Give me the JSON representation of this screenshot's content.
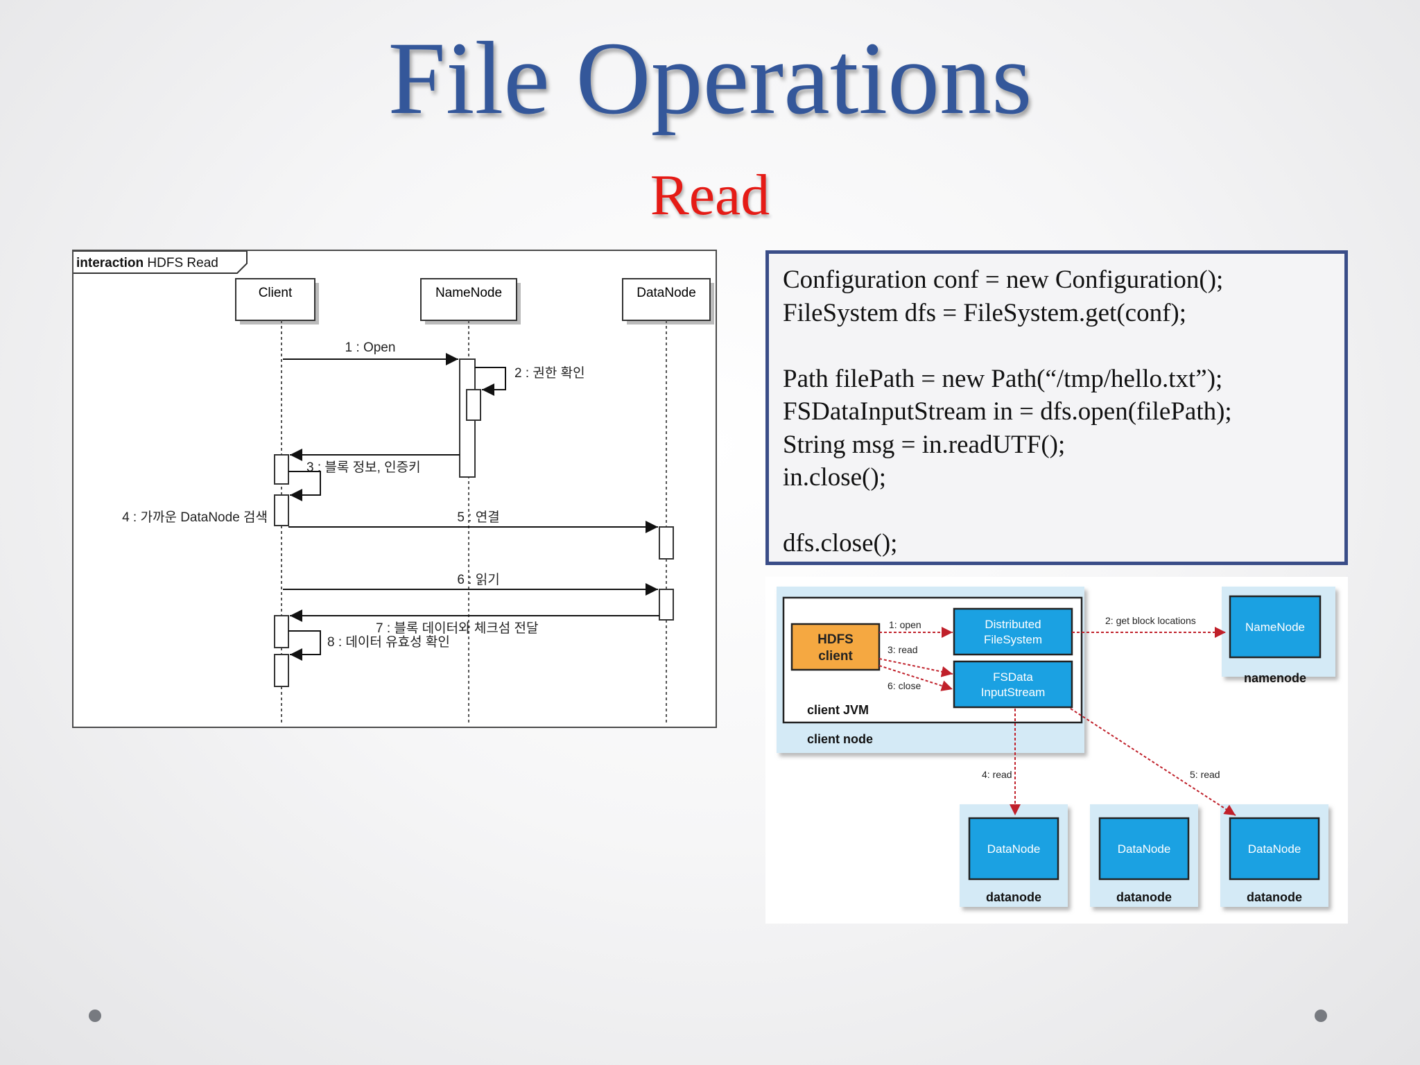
{
  "slide": {
    "title": "File Operations",
    "subtitle": "Read"
  },
  "sequence_diagram": {
    "frame_label_bold": "interaction",
    "frame_label": "HDFS Read",
    "lifelines": [
      "Client",
      "NameNode",
      "DataNode"
    ],
    "messages": [
      "1 : Open",
      "2 : 권한 확인",
      "3 : 블록 정보, 인증키",
      "4 : 가까운 DataNode 검색",
      "5 : 연결",
      "6 : 읽기",
      "7 : 블록 데이터와 체크섬 전달",
      "8 : 데이터 유효성 확인"
    ]
  },
  "code": {
    "lines": [
      "Configuration conf = new Configuration();",
      "FileSystem dfs = FileSystem.get(conf);",
      "",
      "Path filePath = new Path(“/tmp/hello.txt”);",
      "FSDataInputStream in = dfs.open(filePath);",
      "String msg = in.readUTF();",
      "in.close();",
      "",
      "dfs.close();"
    ]
  },
  "flow_diagram": {
    "hdfs_client_line1": "HDFS",
    "hdfs_client_line2": "client",
    "distributed_fs_line1": "Distributed",
    "distributed_fs_line2": "FileSystem",
    "fsdata_line1": "FSData",
    "fsdata_line2": "InputStream",
    "client_jvm": "client JVM",
    "client_node": "client node",
    "namenode_box": "NameNode",
    "namenode_caption": "namenode",
    "datanode_box": "DataNode",
    "datanode_caption": "datanode",
    "step_open": "1: open",
    "step_read": "3: read",
    "step_close": "6: close",
    "step_get_block": "2: get block locations",
    "step_read4": "4: read",
    "step_read5": "5: read"
  },
  "colors": {
    "title": "#34579a",
    "subtitle": "#e51b16",
    "code_border": "#3a4d88",
    "client_orange": "#f5a841",
    "node_blue": "#1ba1e2",
    "arrow_red": "#c0202a"
  }
}
